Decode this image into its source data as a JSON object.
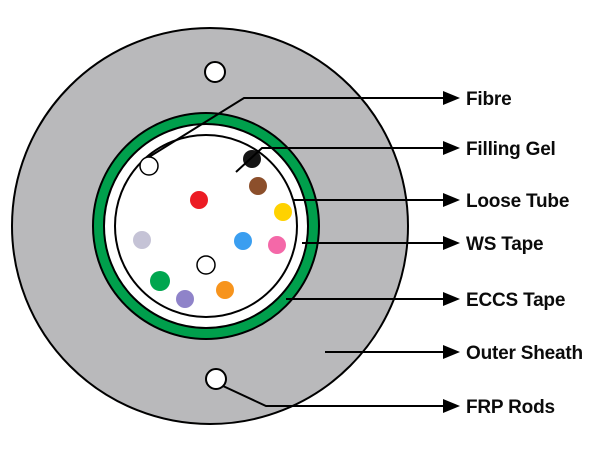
{
  "colors": {
    "outer_sheath": "#b9b9bb",
    "eccs_tape": "#009f4c",
    "ws_tape": "#ffffff",
    "loose_tube": "#ffffff",
    "frp_rod": "#ffffff",
    "outline": "#000000",
    "leader_line": "#000000"
  },
  "labels": [
    {
      "text": "Fibre"
    },
    {
      "text": "Filling Gel"
    },
    {
      "text": "Loose Tube"
    },
    {
      "text": "WS Tape"
    },
    {
      "text": "ECCS Tape"
    },
    {
      "text": "Outer Sheath"
    },
    {
      "text": "FRP Rods"
    }
  ],
  "fibre_colors": [
    "#ffffff",
    "#141414",
    "#8c4f2b",
    "#ec1c24",
    "#ffd200",
    "#c5c3d6",
    "#3a9ef0",
    "#f468a8",
    "#ffffff",
    "#00a64f",
    "#f7941d",
    "#8f83c9"
  ]
}
